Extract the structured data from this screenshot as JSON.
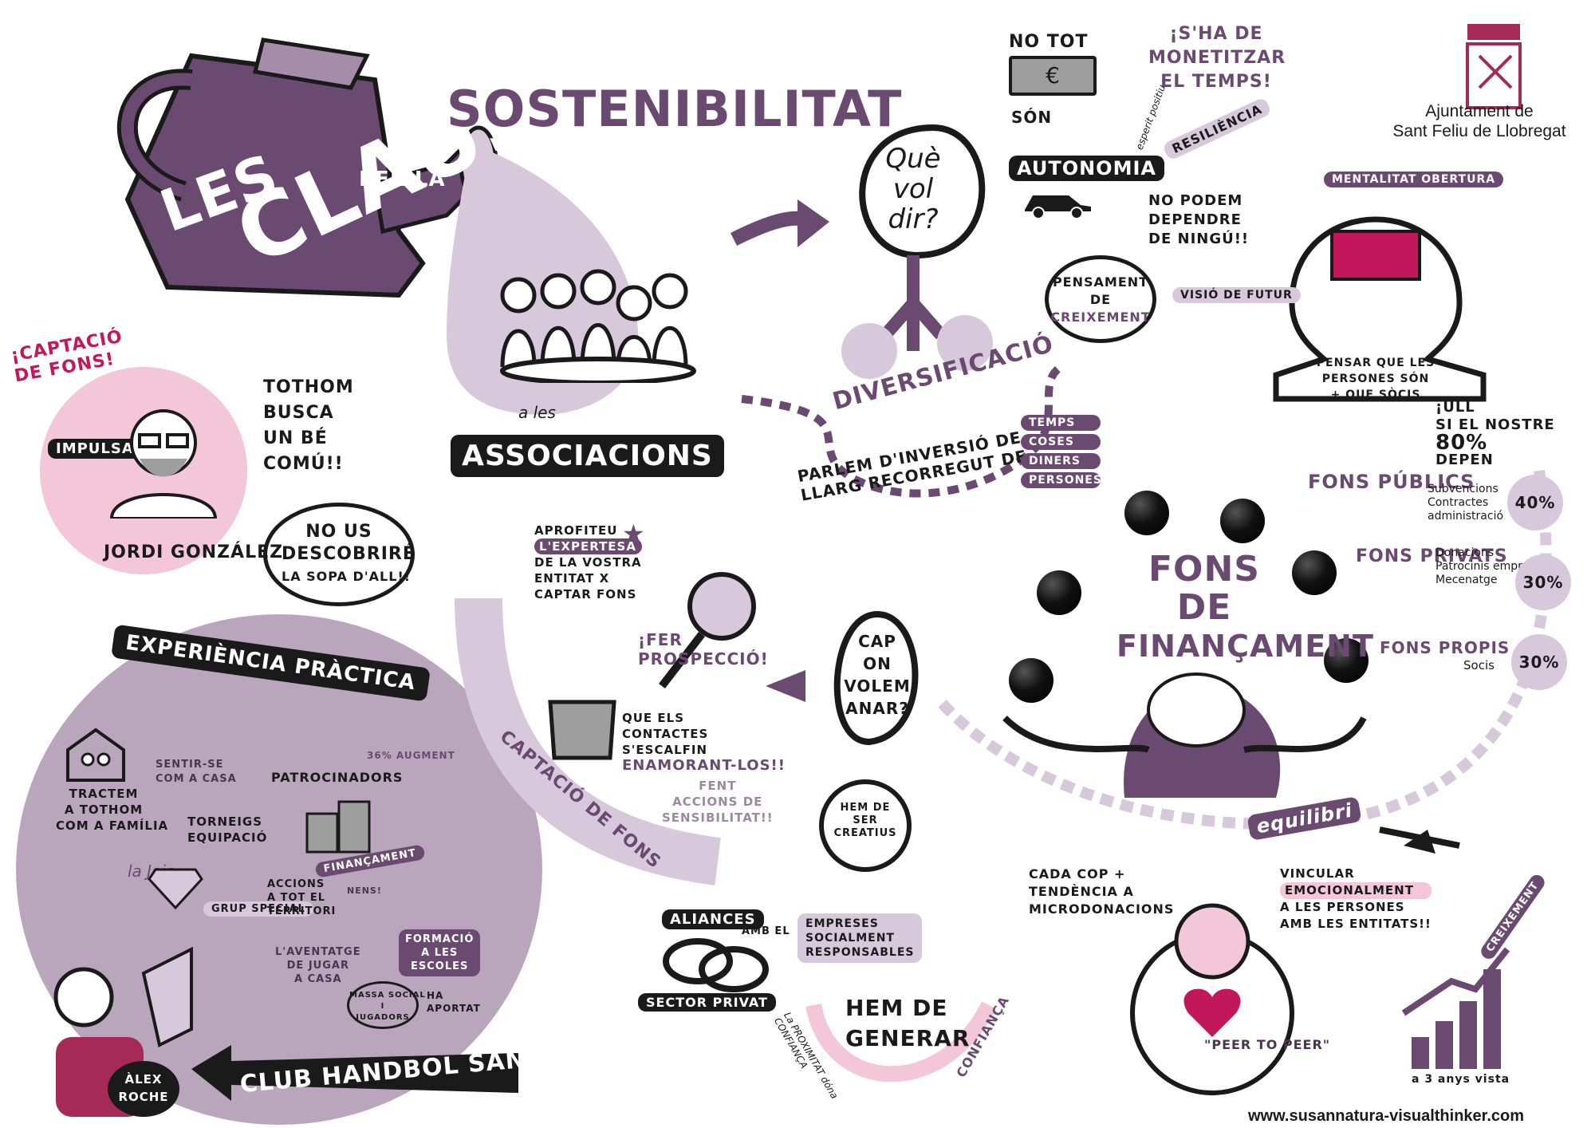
{
  "title": {
    "les": "Les",
    "claus": "CLAUS",
    "per_la": "PER LA",
    "sostenibilitat": "SOSTENIBILITAT",
    "a_les": "a les",
    "associacions": "ASSOCIACIONS"
  },
  "logo": {
    "line1": "Ajuntament de",
    "line2": "Sant Feliu de Llobregat"
  },
  "speaker": {
    "captacio": "¡CAPTACIÓ de FONS!",
    "impulsa": "IMPULSA",
    "name": "JORDI GONZÁLEZ",
    "tothom": [
      "TOTHOM",
      "BUSCA",
      "UN BÉ",
      "COMÚ!!"
    ],
    "descobrire": [
      "NO US",
      "DESCOBRIRÉ",
      "LA SOPA D'ALL!!"
    ]
  },
  "que_vol_dir": {
    "question": [
      "Què",
      "vol",
      "dir?"
    ],
    "no_tot": "NO TOT",
    "son": "SÓN",
    "monetitzar": [
      "¡S'HA DE",
      "MONETITZAR",
      "EL TEMPS!"
    ],
    "esperit": "esperit positiu",
    "resiliencia": "RESILIÈNCIA",
    "autonomia": "AUTONOMIA",
    "no_podem": [
      "NO PODEM",
      "DEPENDRE",
      "DE NINGÚ!!"
    ],
    "pensament": [
      "PENSAMENT",
      "de",
      "CREIXEMENT"
    ],
    "visio": "VISIÓ DE FUTUR",
    "diversificacio": "DIVERSIFICACIÓ"
  },
  "mentalitat": {
    "label": "MENTALITAT OBERTURA",
    "text": [
      "PENSAR QUE LES",
      "PERSONES SÓN",
      "+ QUE SÒCIS"
    ]
  },
  "parlem": {
    "text": "PARLEM D'INVERSIÓ de llarg recorregut de",
    "items": [
      "TEMPS",
      "COSES",
      "DINERS",
      "PERSONES"
    ]
  },
  "fons": {
    "title": [
      "fons",
      "de",
      "FINANÇAMENT"
    ],
    "ull": [
      "¡ULL",
      "si el nostre",
      "80%",
      "DEPEN"
    ],
    "publics": "FONS PÚBLICS",
    "publics_detail": [
      "Subvencions",
      "Contractes",
      "administració"
    ],
    "privats": "FONS PRIVATS",
    "privats_detail": [
      "Donacions",
      "Patrocinis empreses",
      "Mecenatge"
    ],
    "propis": "FONS PROPIS",
    "propis_detail": "Socis",
    "pct": [
      "40%",
      "30%",
      "30%"
    ],
    "equilibri": "equilibri"
  },
  "cap_on": [
    "CAP",
    "ON",
    "VOLEM",
    "ANAR?"
  ],
  "captacio": {
    "aprofiteu": [
      "APROFITEU",
      "L'EXPERTESA",
      "DE LA VOSTRA",
      "ENTITAT x",
      "CAPTAR FONS"
    ],
    "prospeccio": "¡FER PROSPECCIÓ!",
    "contactes": [
      "QUE ELS",
      "CONTACTES",
      "S'ESCALFIN",
      "ENAMORANT-LOS!!"
    ],
    "sensibilitat": [
      "FENT",
      "ACCIONS DE",
      "SENSIBILITAT!!"
    ],
    "band": "CAPTACIÓ de FONS",
    "creatius": "HEM DE SER CREATIUS"
  },
  "experiencia": {
    "title": "EXPERIÈNCIA PRÀCTICA",
    "tractem": [
      "TRACTEM",
      "a TOTHOM",
      "com a FAMÍLIA"
    ],
    "sentir": [
      "SENTIR-SE",
      "COM A CASA"
    ],
    "patrocinadors": "PATROCINADORS",
    "augment": "36% AUGMENT",
    "torneigs": [
      "TORNEIGS",
      "EQUIPACIÓ"
    ],
    "financament": "FINANÇAMENT",
    "joia": "la Joia",
    "grup": "grup SPECIAL",
    "accions": [
      "ACCIONS",
      "a tot el",
      "TERRITORI"
    ],
    "nens": "NENS!",
    "aventatge": [
      "L'AVENTATGE",
      "DE JUGAR",
      "A CASA"
    ],
    "formacio": [
      "FORMACIÓ",
      "a les",
      "ESCOLES"
    ],
    "massa": [
      "MASSA SOCIAL",
      "i",
      "JUGADORS"
    ],
    "aportat": [
      "HA",
      "APORTAT"
    ],
    "club": "CLUB HANDBOL SANT LLORENÇ",
    "alex": [
      "ÀLEX",
      "ROCHE"
    ]
  },
  "aliances": {
    "aliances": "ALIANCES",
    "amb_el": "AMB EL",
    "sector": "SECTOR PRIVAT",
    "empreses": [
      "EMPRESES",
      "SOCIALMENT",
      "RESPONSABLES"
    ],
    "hem_generar": [
      "HEM DE",
      "GENERAR"
    ],
    "confianca": "CONFIANÇA",
    "proximitat": "La PROXIMITAT dóna CONFIANÇA"
  },
  "microdonacions": {
    "cada_cop": [
      "CADA COP +",
      "TENDÈNCIA a",
      "MICRODONACIONS"
    ],
    "vincular": [
      "VINCULAR",
      "EMOCIONALMENT",
      "a les PERSONES",
      "amb les ENTITATS!!"
    ],
    "peer": "\"PEER TO PEER\"",
    "creixement": "CREIXEMENT",
    "anys": "a 3 anys vista"
  },
  "footer": "www.susannatura-visualthinker.com",
  "colors": {
    "purple": "#6b4a72",
    "lilac": "#b9a6bd",
    "pink": "#c2185b",
    "light_pink": "#f3c6d8",
    "dark": "#1a1a1a"
  }
}
